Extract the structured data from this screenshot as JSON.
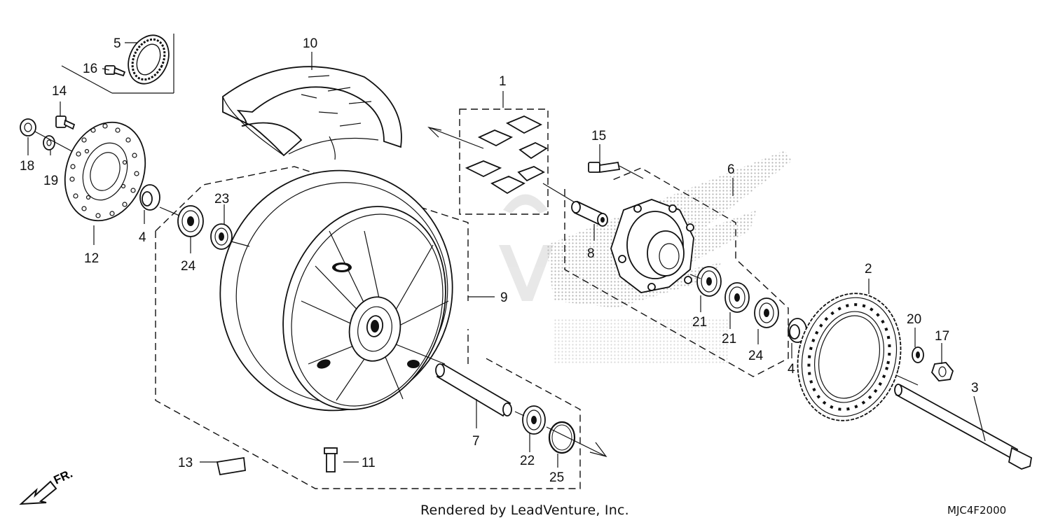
{
  "diagram": {
    "credit": "Rendered by LeadVenture, Inc.",
    "diagram_code": "MJC4F2000",
    "direction_label": "FR.",
    "callouts": [
      "1",
      "2",
      "3",
      "4",
      "4",
      "5",
      "6",
      "7",
      "8",
      "9",
      "10",
      "11",
      "12",
      "13",
      "14",
      "15",
      "16",
      "17",
      "18",
      "19",
      "20",
      "21",
      "21",
      "22",
      "23",
      "24",
      "24",
      "25"
    ],
    "colors": {
      "ink": "#111111",
      "watermark": "#bdbdbd",
      "background": "#ffffff"
    }
  }
}
